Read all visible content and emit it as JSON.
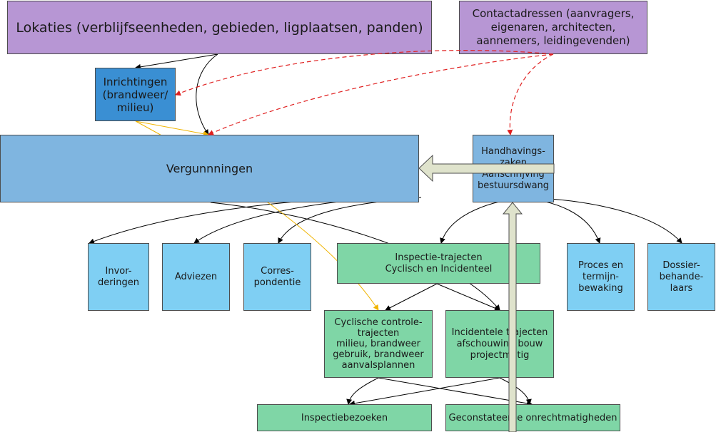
{
  "nodes": {
    "lokaties": "Lokaties  (verblijfseenheden, gebieden, ligplaatsen, panden)",
    "contactadressen": [
      "Contactadressen (aanvragers,",
      "eigenaren, architecten,",
      "aannemers, leidingevenden)"
    ],
    "inrichtingen": [
      "Inrichtingen",
      "(brandweer/",
      "milieu)"
    ],
    "vergunningen": "Vergunnningen",
    "handhaving": [
      "Handhavings-",
      "zaken",
      "Aanschrijving",
      "bestuursdwang"
    ],
    "invorderingen": [
      "Invor-",
      "deringen"
    ],
    "adviezen": "Adviezen",
    "correspondentie": [
      "Corres-",
      "pondentie"
    ],
    "inspectie_trajecten": [
      "Inspectie-trajecten",
      "Cyclisch en Incidenteel"
    ],
    "proces": [
      "Proces en",
      "termijn-",
      "bewaking"
    ],
    "dossierbehandelaars": [
      "Dossier-",
      "behande-",
      "laars"
    ],
    "cyclische": [
      "Cyclische controle-",
      "trajecten",
      "milieu,   brandweer",
      "gebruik,  brandweer",
      "aanvalsplannen"
    ],
    "incidentele": [
      "Incidentele trajecten",
      "afschouwing bouw",
      "projectmatig"
    ],
    "inspectiebezoeken": "Inspectiebezoeken",
    "geconstateerde": "Geconstateerde onrechtmatigheden"
  },
  "colors": {
    "purple": "#b796d4",
    "blue_dark": "#3a8fd3",
    "blue_mid": "#7fb5e0",
    "cyan": "#7fcff3",
    "green": "#7fd6a6",
    "arrow_red": "#e02020",
    "arrow_yellow": "#f0b400",
    "block_arrow": "#dfe3cc"
  }
}
